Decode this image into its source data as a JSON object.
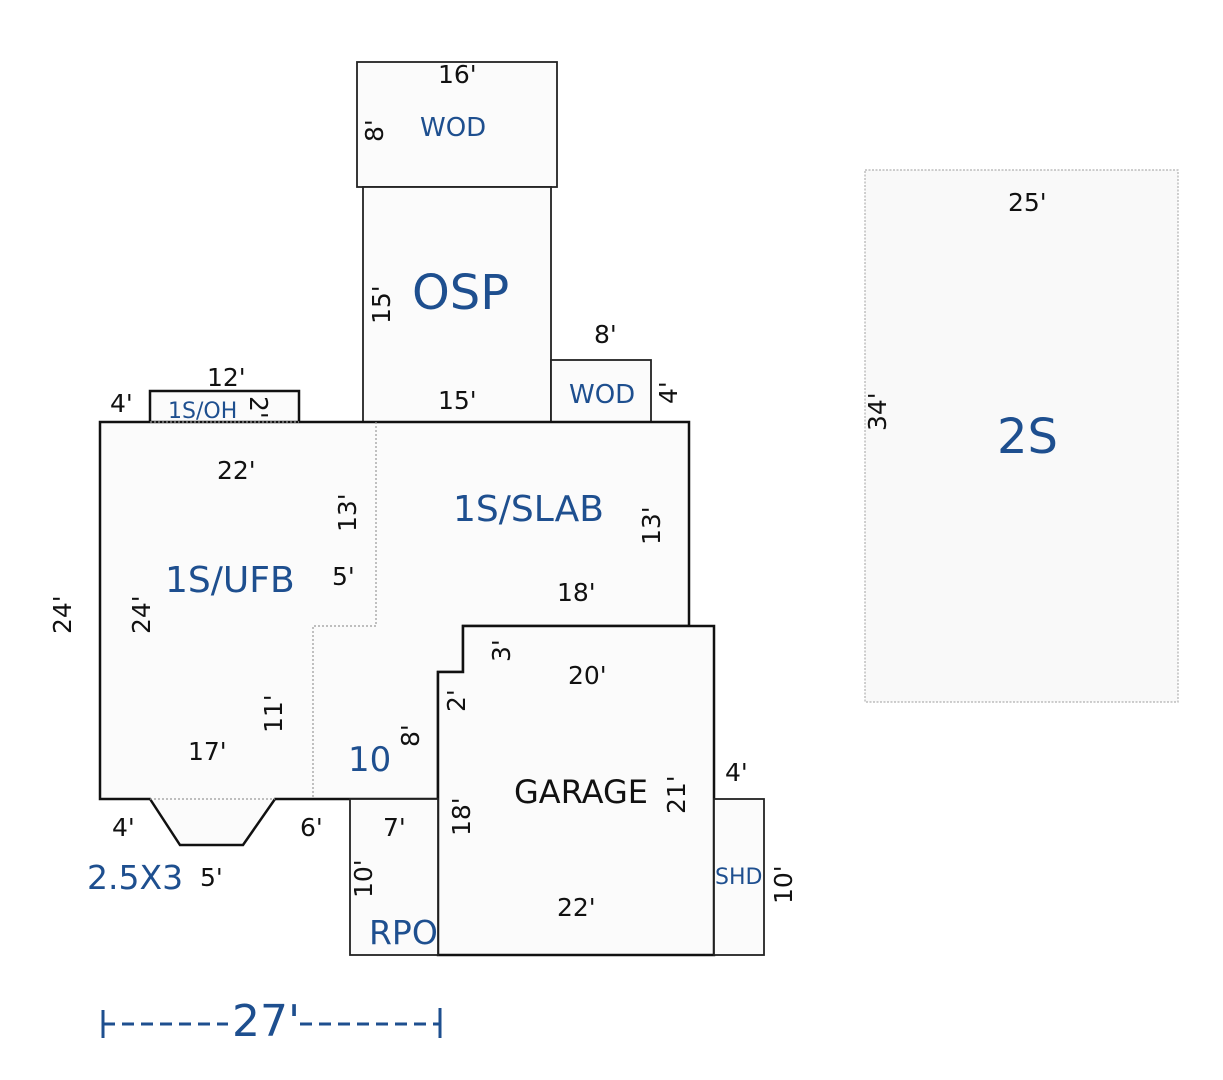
{
  "colors": {
    "label_blue": "#1e4f8f",
    "wall": "#111111",
    "fill": "#fbfbfb"
  },
  "areas": {
    "wod_top": "WOD",
    "osp": "OSP",
    "wod_small": "WOD",
    "oh": "1S/OH",
    "slab": "1S/SLAB",
    "ufb": "1S/UFB",
    "ten": "10",
    "garage": "GARAGE",
    "shd": "SHD",
    "rpo": "RPO",
    "bay": "2.5X3",
    "two_story": "2S"
  },
  "dims": {
    "wod_top_w": "16'",
    "wod_top_h": "8'",
    "osp_h": "15'",
    "osp_w": "15'",
    "wod_small_w": "8'",
    "wod_small_h": "4'",
    "oh_w": "12'",
    "oh_left": "4'",
    "oh_h": "2'",
    "ufb_top": "22'",
    "ufb_inner_h": "13'",
    "ufb_step": "5'",
    "ufb_left_outer": "24'",
    "ufb_left_inner": "24'",
    "ufb_lower_h": "11'",
    "ufb_bottom": "17'",
    "slab_h": "13'",
    "slab_w": "18'",
    "ten_h": "8'",
    "garage_step1": "3'",
    "garage_step2": "2'",
    "garage_top": "20'",
    "garage_left": "18'",
    "garage_right": "21'",
    "garage_bottom": "22'",
    "shd_w": "4'",
    "shd_h": "10'",
    "rpo_w": "7'",
    "rpo_h": "10'",
    "bay_left": "4'",
    "bay_bottom": "5'",
    "bay_right": "6'",
    "two_story_w": "25'",
    "two_story_h": "34'"
  },
  "scale": {
    "label": "27'"
  }
}
